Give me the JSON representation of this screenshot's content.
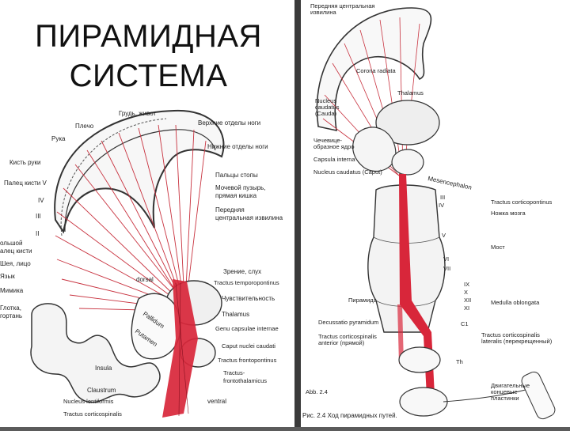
{
  "slide": {
    "title_line1": "ПИРАМИДНАЯ",
    "title_line2": "СИСТЕМА"
  },
  "left_figure": {
    "labels": {
      "grud_zhivot": "Грудь, живот",
      "plecho": "Плечо",
      "ruka": "Рука",
      "verkhnie_otdely_nogi": "Верхние отделы ноги",
      "nizhnie_otdely_nogi": "Нижние отделы ноги",
      "kist_ruki": "Кисть руки",
      "paltsy_stopy": "Пальцы стопы",
      "palets_kisti_v": "Палец кисти V",
      "iv": "IV",
      "iii": "III",
      "ii": "II",
      "mochevoy_puzyr": "Мочевой пузырь,",
      "pryamaya_kishka": "прямая кишка",
      "peredniya": "Передняя",
      "centralnaya_izvilina": "центральная извилина",
      "bolshoy_palets": "ольшой",
      "palets_kisti": "алец кисти",
      "sheya_litso": "Шея, лицо",
      "yazyk": "Язык",
      "gortan": "Глотка,",
      "gortan2": "гортань",
      "mimika": "Мимика",
      "zrenie_slukh": "Зрение, слух",
      "tractus_temporopontinus": "Tractus temporopontinus",
      "chuvstvitelnost": "Чувствительность",
      "thalamus": "Thalamus",
      "genu_capsulae_internae": "Genu capsulae internae",
      "caput_nuclei_caudati": "Caput nuclei caudati",
      "tractus_frontopontinus": "Tractus frontopontinus",
      "tractus_fronto": "Tractus-",
      "frontothalamicus": "frontothalamicus",
      "dorsal": "dorsal",
      "pallidum": "Pallidum",
      "putamen": "Putamen",
      "insula": "Insula",
      "claustrum": "Claustrum",
      "nucleus_lentiformis": "Nucleus lentiformis",
      "tractus_corticospinalis": "Tractus corticospinalis",
      "ventral": "ventral"
    }
  },
  "right_figure": {
    "labels": {
      "peredniaya_centralnaya": "Передняя центральная",
      "izvilina": "извилина",
      "corona": "Corona radiata",
      "thalamus": "Thalamus",
      "nucleus_caudatus": "Nucleus",
      "caudatus": "caudatus",
      "cauda": "(Cauda)",
      "chechevitse": "Чечевице-",
      "obraznoe_yadro": "образное ядро",
      "capsula_interna": "Capsula interna",
      "nucleus_caudatus_caput": "Nucleus caudatus (Caput)",
      "mesencephalon": "Mesencephalon",
      "tractus_corticopontinus": "Tractus corticopontinus",
      "nozhka_mozga": "Ножка мозга",
      "most": "Мост",
      "piramida": "Пирамида",
      "medulla_oblongata": "Medulla oblongata",
      "decussatio_pyramidum": "Decussatio pyramidum",
      "tractus_corticospinalis_anterior": "Tractus corticospinalis",
      "anterior_pryamoy": "anterior (прямой)",
      "tractus_corticospinalis_lateralis": "Tractus corticospinalis",
      "lateralis": "lateralis (перекрещенный)",
      "dvigatelnye": "Двигательные",
      "kontsevye": "концевые",
      "plastinki": "пластинки",
      "abb": "Abb. 2.4",
      "caption": "Рис. 2.4 Ход пирамидных путей.",
      "n_III": "III",
      "n_IV": "IV",
      "n_V": "V",
      "n_VI": "VI",
      "n_VII": "VII",
      "n_IX": "IX",
      "n_X": "X",
      "n_XII": "XII",
      "n_XI": "XI",
      "n_C1": "C1",
      "n_Th": "Th"
    }
  },
  "colors": {
    "tract_red": "#d8263a",
    "line_red": "#c8323f",
    "outline": "#333333"
  }
}
